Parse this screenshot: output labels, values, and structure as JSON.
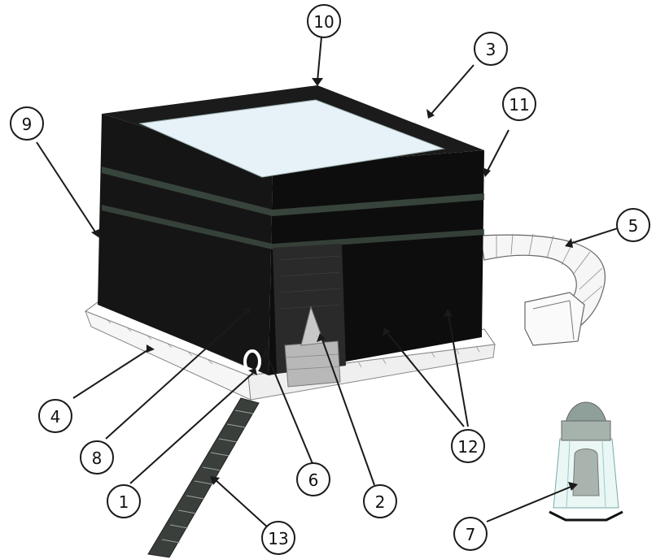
{
  "figure": {
    "labels": [
      "1",
      "2",
      "3",
      "4",
      "5",
      "6",
      "7",
      "8",
      "9",
      "10",
      "11",
      "12",
      "13"
    ]
  },
  "colors": {
    "cloth": "#141414",
    "cloth_side": "#0a0a0a",
    "band": "#3c4a40",
    "roof": "#e6f2f7",
    "base": "#ffffff",
    "outline": "#555555",
    "door": "#2b2b2b",
    "hijr": "#f4f4f4",
    "gray": "#b8b8b8",
    "station_glass": "#dff2ef",
    "station_top": "#8f9f99"
  }
}
